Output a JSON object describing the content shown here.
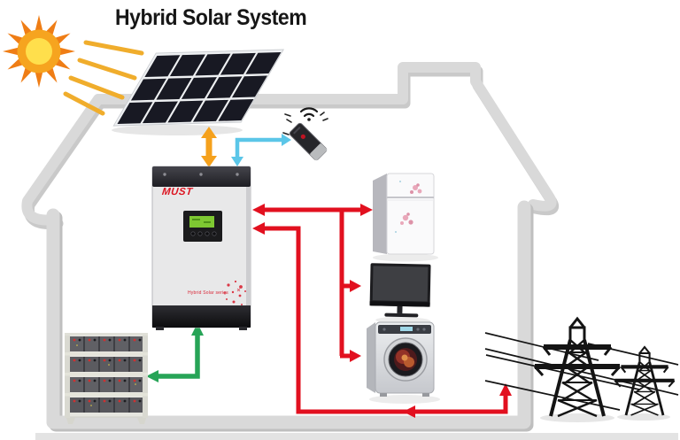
{
  "title": "Hybrid Solar System",
  "inverter": {
    "brand": "MUST",
    "series_label": "Hybrid Solar series"
  },
  "icons": {
    "sun": "sun-icon",
    "wifi": "wifi-icon",
    "solar_panel": "solar-panel-icon",
    "inverter": "inverter-icon",
    "battery_bank": "battery-bank-icon",
    "refrigerator": "refrigerator-icon",
    "television": "television-icon",
    "washing_machine": "washing-machine-icon",
    "remote_monitor": "remote-monitor-icon",
    "transmission_tower": "transmission-tower-icon"
  },
  "colors": {
    "pv_orange": "#F5A11C",
    "comm_blue": "#5BC6E8",
    "load_red": "#E2101F",
    "battery_green": "#27A457",
    "house_gray": "#D9D9D9",
    "house_shadow": "#C8C8C8",
    "brand_red": "#DC1420",
    "sun_core": "#FFDF4C",
    "sun_mid": "#F6A41F",
    "sun_ray": "#EF7D15",
    "panel_cell": "#181923",
    "tower_black": "#141414",
    "lcd_green": "#7EC832"
  }
}
